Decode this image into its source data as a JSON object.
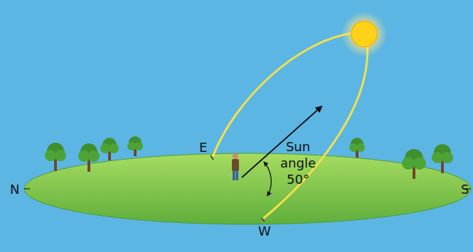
{
  "diagram": {
    "labels": [
      "E",
      "W",
      "N",
      "S",
      "Sun angle 50°"
    ]
  }
}
